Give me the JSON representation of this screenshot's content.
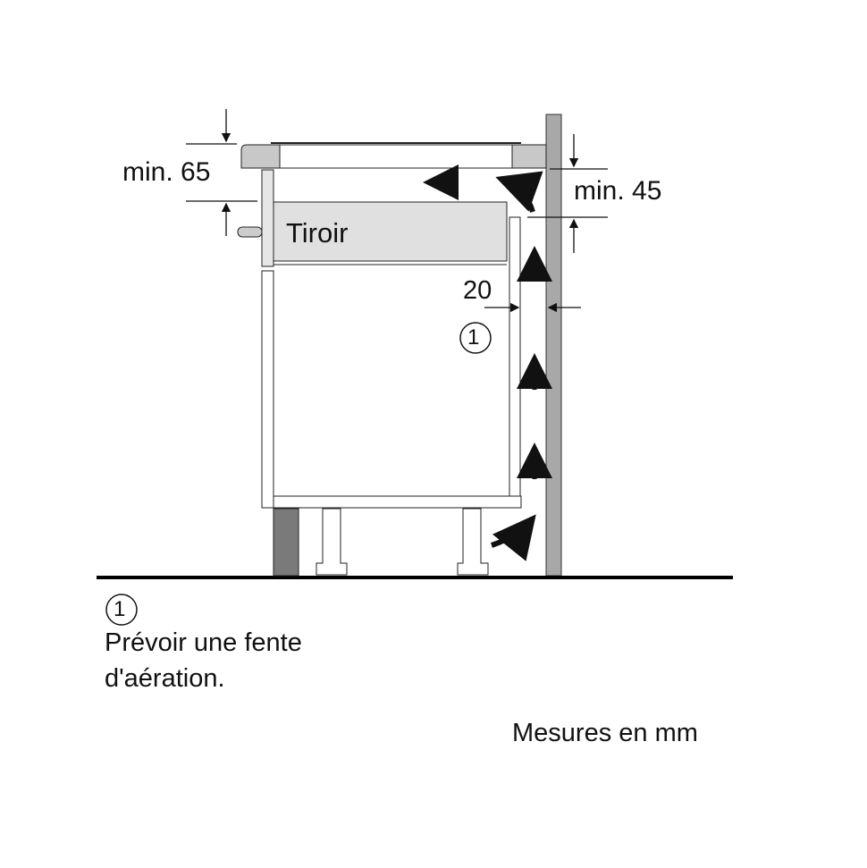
{
  "labels": {
    "min65": "min. 65",
    "min45": "min. 45",
    "drawer": "Tiroir",
    "gap20": "20",
    "callout_marker": "1",
    "legend_marker": "1",
    "legend_line1": "Prévoir une fente",
    "legend_line2": "d'aération.",
    "units": "Mesures en mm"
  },
  "colors": {
    "wall": "#a8a8a8",
    "plinth": "#7a7a7a",
    "drawer_fill": "#e0e0e0",
    "worktop_fill": "#c8c8c8"
  }
}
